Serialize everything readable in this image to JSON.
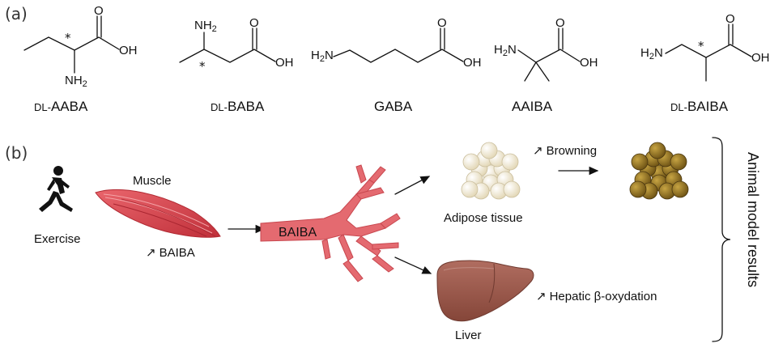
{
  "panel_a": {
    "label": "(a)",
    "compounds": [
      {
        "prefix": "DL-",
        "name": "AABA",
        "atoms": {
          "oh": "OH",
          "o": "O",
          "n": "NH",
          "n_sub": "2"
        }
      },
      {
        "prefix": "DL-",
        "name": "BABA",
        "atoms": {
          "oh": "OH",
          "o": "O",
          "n": "NH",
          "n_sub": "2"
        }
      },
      {
        "prefix": "",
        "name": "GABA",
        "atoms": {
          "oh": "OH",
          "o": "O",
          "n": "N",
          "n_pre": "H",
          "n_sub": "2"
        }
      },
      {
        "prefix": "",
        "name": "AAIBA",
        "atoms": {
          "oh": "OH",
          "o": "O",
          "n": "N",
          "n_pre": "H",
          "n_sub": "2"
        }
      },
      {
        "prefix": "DL-",
        "name": "BAIBA",
        "atoms": {
          "oh": "OH",
          "o": "O",
          "n": "N",
          "n_pre": "H",
          "n_sub": "2"
        }
      }
    ],
    "chiral_marker": "*"
  },
  "panel_b": {
    "label": "(b)",
    "exercise_label": "Exercise",
    "muscle_label": "Muscle",
    "muscle_effect": "BAIBA",
    "vessel_label": "BAIBA",
    "adipose_label": "Adipose tissue",
    "browning_label": "Browning",
    "liver_label": "Liver",
    "liver_effect": "Hepatic β-oxydation",
    "bracket_label": "Animal model results",
    "up_arrow": "↗"
  },
  "colors": {
    "muscle": "#d9424c",
    "vessel": "#e46a70",
    "liver": "#9b5a4e",
    "white_fat": "#efe6cf",
    "brown_fat": "#8a6a1e"
  }
}
